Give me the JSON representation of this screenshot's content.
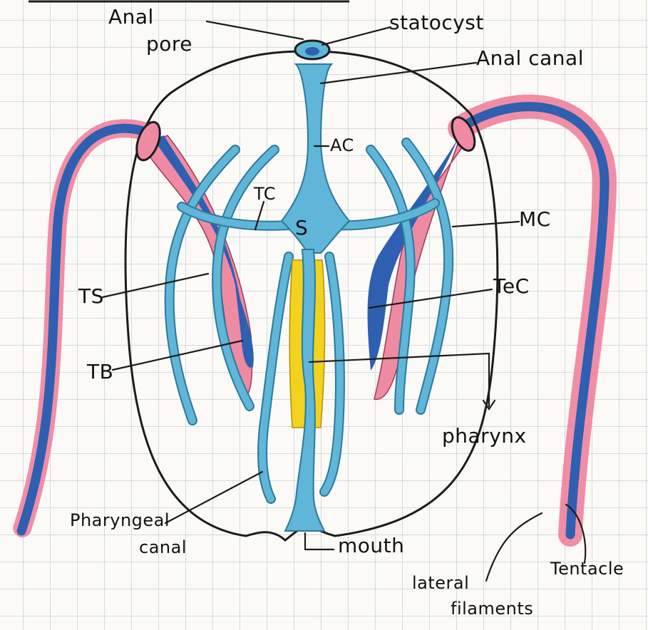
{
  "labels": {
    "anal_pore_line1": "Anal",
    "anal_pore_line2": "pore",
    "statocyst": "statocyst",
    "anal_canal": "Anal canal",
    "ac": "AC",
    "tc": "TC",
    "s": "S",
    "mc": "MC",
    "ts": "TS",
    "tec": "TeC",
    "tb": "TB",
    "pharynx": "pharynx",
    "pharyngeal_canal_line1": "Pharyngeal",
    "pharyngeal_canal_line2": "canal",
    "mouth": "mouth",
    "tentacle": "Tentacle",
    "lateral_filaments_line1": "lateral",
    "lateral_filaments_line2": "filaments"
  },
  "colors": {
    "outline": "#1c1c1c",
    "canal_blue": "#5fb6d8",
    "tentacle_blue": "#2f5fb0",
    "filament_pink": "#ee7a98",
    "sheath_pink": "#ef8aa3",
    "pharynx_yellow": "#f2d21c",
    "grid": "#d5d9de"
  }
}
